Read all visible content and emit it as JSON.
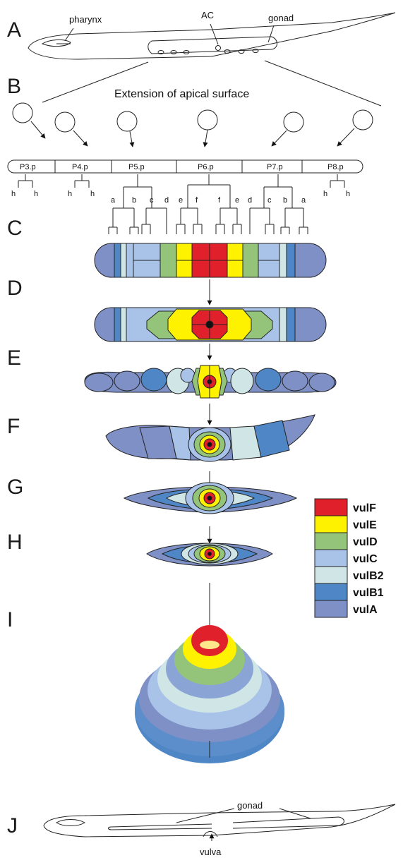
{
  "panels": {
    "a": "A",
    "b": "B",
    "c": "C",
    "d": "D",
    "e": "E",
    "f": "F",
    "g": "G",
    "h": "H",
    "i": "I",
    "j": "J"
  },
  "worm_top": {
    "pharynx": "pharynx",
    "ac": "AC",
    "gonad": "gonad"
  },
  "worm_bottom": {
    "gonad": "gonad",
    "vulva": "vulva"
  },
  "apical_title": "Extension of apical surface",
  "precursors": [
    "P3.p",
    "P4.p",
    "P5.p",
    "P6.p",
    "P7.p",
    "P8.p"
  ],
  "hyp_label": "h",
  "lineage_letters": [
    "a",
    "b",
    "c",
    "d",
    "e",
    "f",
    "f",
    "e",
    "d",
    "c",
    "b",
    "a"
  ],
  "legend": [
    {
      "name": "vulF",
      "color": "#e0202a"
    },
    {
      "name": "vulE",
      "color": "#fff200"
    },
    {
      "name": "vulD",
      "color": "#94c47a"
    },
    {
      "name": "vulC",
      "color": "#a9c3e8"
    },
    {
      "name": "vulB2",
      "color": "#cfe5e6"
    },
    {
      "name": "vulB1",
      "color": "#4f86c6"
    },
    {
      "name": "vulA",
      "color": "#7f90c6"
    }
  ]
}
